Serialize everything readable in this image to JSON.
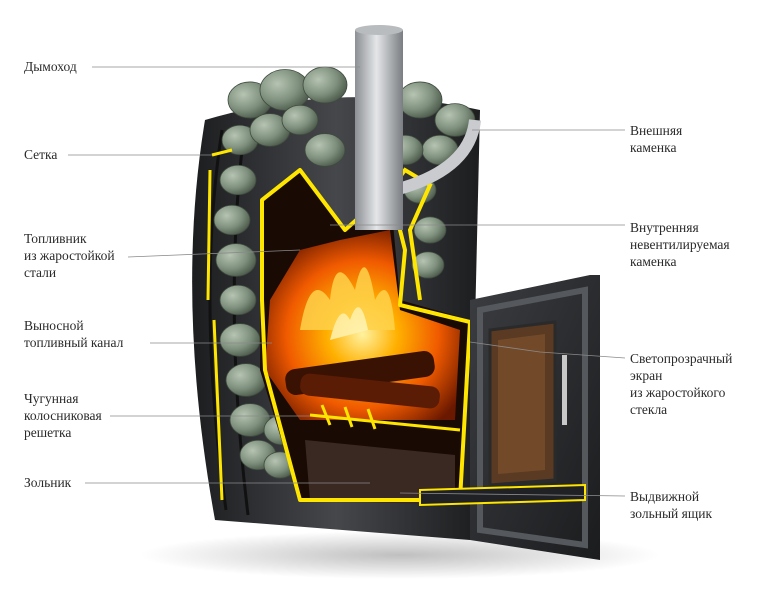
{
  "labels_left": [
    {
      "id": "chimney",
      "lines": [
        "Дымоход"
      ]
    },
    {
      "id": "mesh",
      "lines": [
        "Сетка"
      ]
    },
    {
      "id": "firebox",
      "lines": [
        "Топливник",
        "из жаростойкой",
        "стали"
      ]
    },
    {
      "id": "fuel-channel",
      "lines": [
        "Выносной",
        "топливный канал"
      ]
    },
    {
      "id": "grate",
      "lines": [
        "Чугунная",
        "колосниковая",
        "решетка"
      ]
    },
    {
      "id": "ashpit",
      "lines": [
        "Зольник"
      ]
    }
  ],
  "labels_right": [
    {
      "id": "outer-heater",
      "lines": [
        "Внешняя",
        "каменка"
      ]
    },
    {
      "id": "inner-heater",
      "lines": [
        "Внутренняя",
        "невентилируемая",
        "каменка"
      ]
    },
    {
      "id": "glass-screen",
      "lines": [
        "Светопрозрачный",
        "экран",
        "из жаростойкого",
        "стекла"
      ]
    },
    {
      "id": "ash-drawer",
      "lines": [
        "Выдвижной",
        "зольный ящик"
      ]
    }
  ],
  "colors": {
    "outline": "#ffe600",
    "body": "#2b2d30",
    "stone": "#7d8f7c",
    "fire": "#ff6a00",
    "leader": "#8a8a8a"
  }
}
